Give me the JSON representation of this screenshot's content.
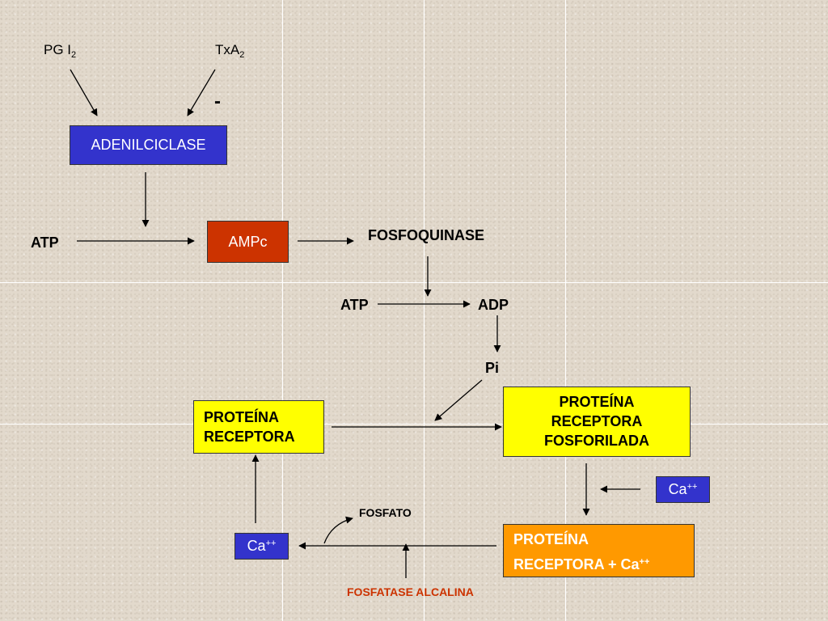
{
  "colors": {
    "background": "#e2d9cc",
    "blue_box": "#3333cc",
    "red_box": "#cc3300",
    "yellow_box": "#ffff00",
    "orange_box": "#ff9900",
    "fosfatase_text": "#cc3300"
  },
  "diagram": {
    "pgi2": {
      "text": "PG I",
      "sub": "2"
    },
    "txa2": {
      "text": "TxA",
      "sub": "2"
    },
    "minus_sign": "-",
    "adenilciclase": "ADENILCICLASE",
    "atp_left": "ATP",
    "ampc": "AMPc",
    "fosfoquinase": "FOSFOQUINASE",
    "atp_mid": "ATP",
    "adp": "ADP",
    "pi": "Pi",
    "proteina_receptora": {
      "line1": "PROTEÍNA",
      "line2": "RECEPTORA"
    },
    "proteina_fosforilada": {
      "line1": "PROTEÍNA",
      "line2": "RECEPTORA",
      "line3": "FOSFORILADA"
    },
    "ca_right": {
      "text": "Ca",
      "sup": "++"
    },
    "proteina_ca": {
      "line1": "PROTEÍNA",
      "line2": "RECEPTORA + Ca",
      "sup": "++"
    },
    "fosfato": "FOSFATO",
    "ca_left": {
      "text": "Ca",
      "sup": "++"
    },
    "fosfatase_alcalina": "FOSFATASE ALCALINA"
  }
}
